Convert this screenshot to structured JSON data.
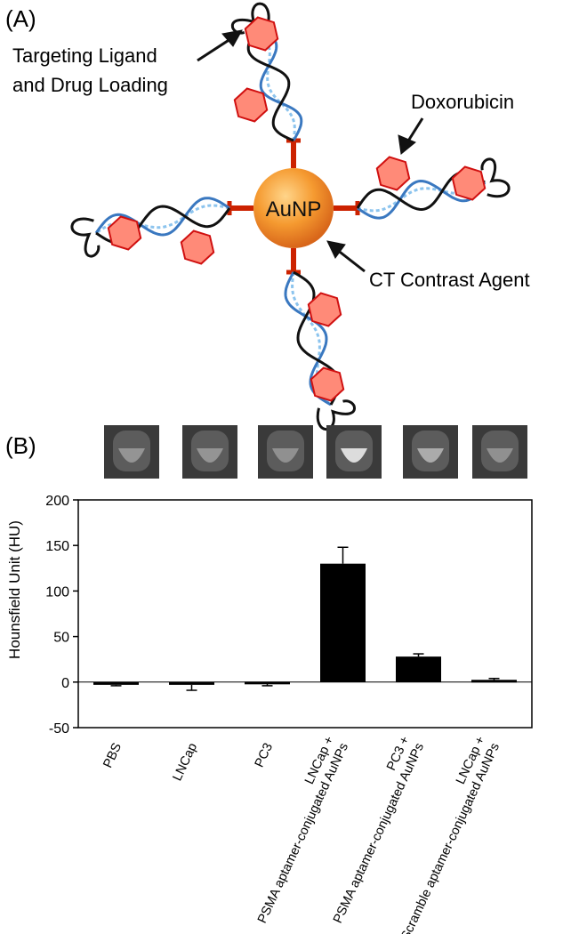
{
  "panel_a": {
    "label": "(A)",
    "core_label": "AuNP",
    "annotations": {
      "targeting": [
        "Targeting Ligand",
        "and Drug Loading"
      ],
      "doxorubicin": "Doxorubicin",
      "contrast": "CT Contrast Agent"
    },
    "colors": {
      "core": "#f08a2a",
      "linker": "#cc2200",
      "drug_fill": "#ff8a78",
      "drug_stroke": "#d01010",
      "strand_blue": "#3a78c0",
      "strand_black": "#111111",
      "base_pairs": "#8cc4ee"
    }
  },
  "panel_b": {
    "label": "(B)",
    "ct_images": [
      "phantom-pbs",
      "phantom-lncap",
      "phantom-pc3",
      "phantom-lncap-psma",
      "phantom-pc3-psma",
      "phantom-lncap-scramble"
    ],
    "ct_brightness": [
      0.62,
      0.62,
      0.6,
      0.95,
      0.72,
      0.6
    ]
  },
  "chart_data": {
    "type": "bar",
    "title": "",
    "xlabel": "",
    "ylabel": "Hounsfield Unit (HU)",
    "ylim": [
      -50,
      200
    ],
    "yticks": [
      "200",
      "150",
      "100",
      "50",
      "0",
      "-50"
    ],
    "categories": [
      [
        "PBS"
      ],
      [
        "LNCap"
      ],
      [
        "PC3"
      ],
      [
        "LNCap +",
        "PSMA aptamer-conjugated AuNPs"
      ],
      [
        "PC3 +",
        "PSMA aptamer-conjugated AuNPs"
      ],
      [
        "LNCap +",
        "Scramble aptamer-conjugated AuNPs"
      ]
    ],
    "values": [
      -3,
      -3,
      -2,
      130,
      28,
      2
    ],
    "errors": [
      1,
      6,
      2,
      18,
      3,
      2
    ],
    "bar_color": "#000000",
    "grid": false
  }
}
